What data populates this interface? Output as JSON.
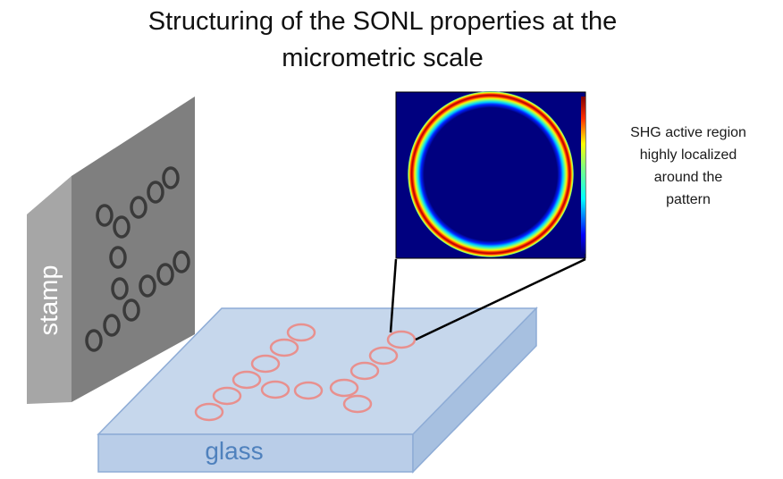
{
  "title": {
    "line1": "Structuring of the SONL properties at the",
    "line2": "micrometric scale"
  },
  "labels": {
    "stamp": "stamp",
    "glass": "glass"
  },
  "annotation": {
    "line1": "SHG active region",
    "line2": "highly localized",
    "line3": "around the",
    "line4": "pattern"
  },
  "colors": {
    "stamp_front": "#7f7f7f",
    "stamp_side": "#a6a6a6",
    "stamp_top": "#bfbfbf",
    "stamp_dot": "#404040",
    "glass_top": "#c6d7ec",
    "glass_side": "#a7c0e0",
    "glass_edge": "#8eacd6",
    "glass_label": "#4f81bd",
    "ring": "#e8908e",
    "heatmap_bg": "#00007f"
  },
  "icons": {
    "heatmap": "shg-intensity-map-icon",
    "colorbar": "jet-colorbar-icon"
  }
}
